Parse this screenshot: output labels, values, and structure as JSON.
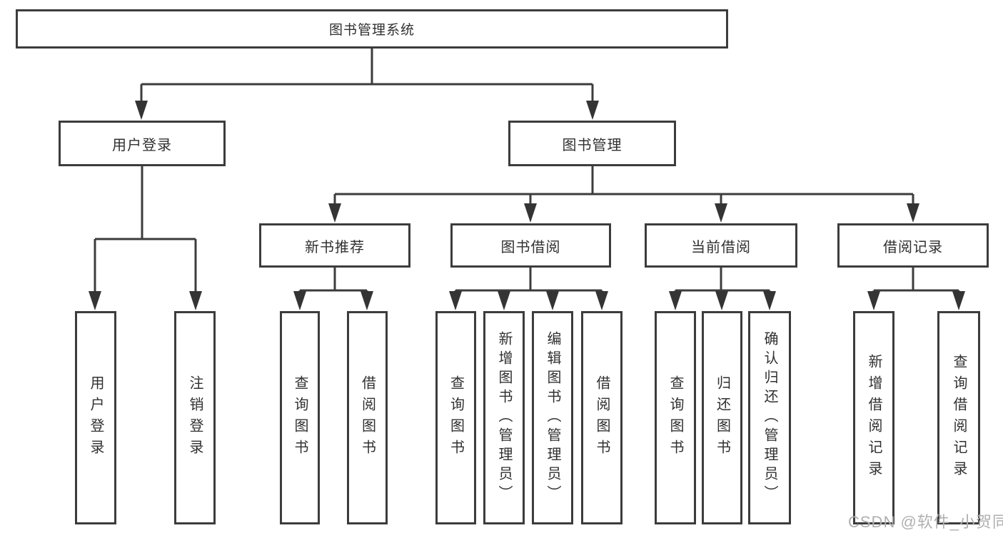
{
  "tree": {
    "label": "图书管理系统",
    "children": [
      {
        "label": "用户登录",
        "children": [
          {
            "label": "用户登录"
          },
          {
            "label": "注销登录"
          }
        ]
      },
      {
        "label": "图书管理",
        "children": [
          {
            "label": "新书推荐",
            "children": [
              {
                "label": "查询图书"
              },
              {
                "label": "借阅图书"
              }
            ]
          },
          {
            "label": "图书借阅",
            "children": [
              {
                "label": "查询图书"
              },
              {
                "label": "新增图书（管理员）"
              },
              {
                "label": "编辑图书（管理员）"
              },
              {
                "label": "借阅图书"
              }
            ]
          },
          {
            "label": "当前借阅",
            "children": [
              {
                "label": "查询图书"
              },
              {
                "label": "归还图书"
              },
              {
                "label": "确认归还（管理员）"
              }
            ]
          },
          {
            "label": "借阅记录",
            "children": [
              {
                "label": "新增借阅记录"
              },
              {
                "label": "查询借阅记录"
              }
            ]
          }
        ]
      }
    ]
  },
  "watermark": {
    "text": "CSDN @软件_小贺同学"
  },
  "colors": {
    "line": "#3c3c3c",
    "arrow": "#343434",
    "text": "#303030",
    "watermark": "#b0b0b0",
    "background": "#ffffff"
  }
}
